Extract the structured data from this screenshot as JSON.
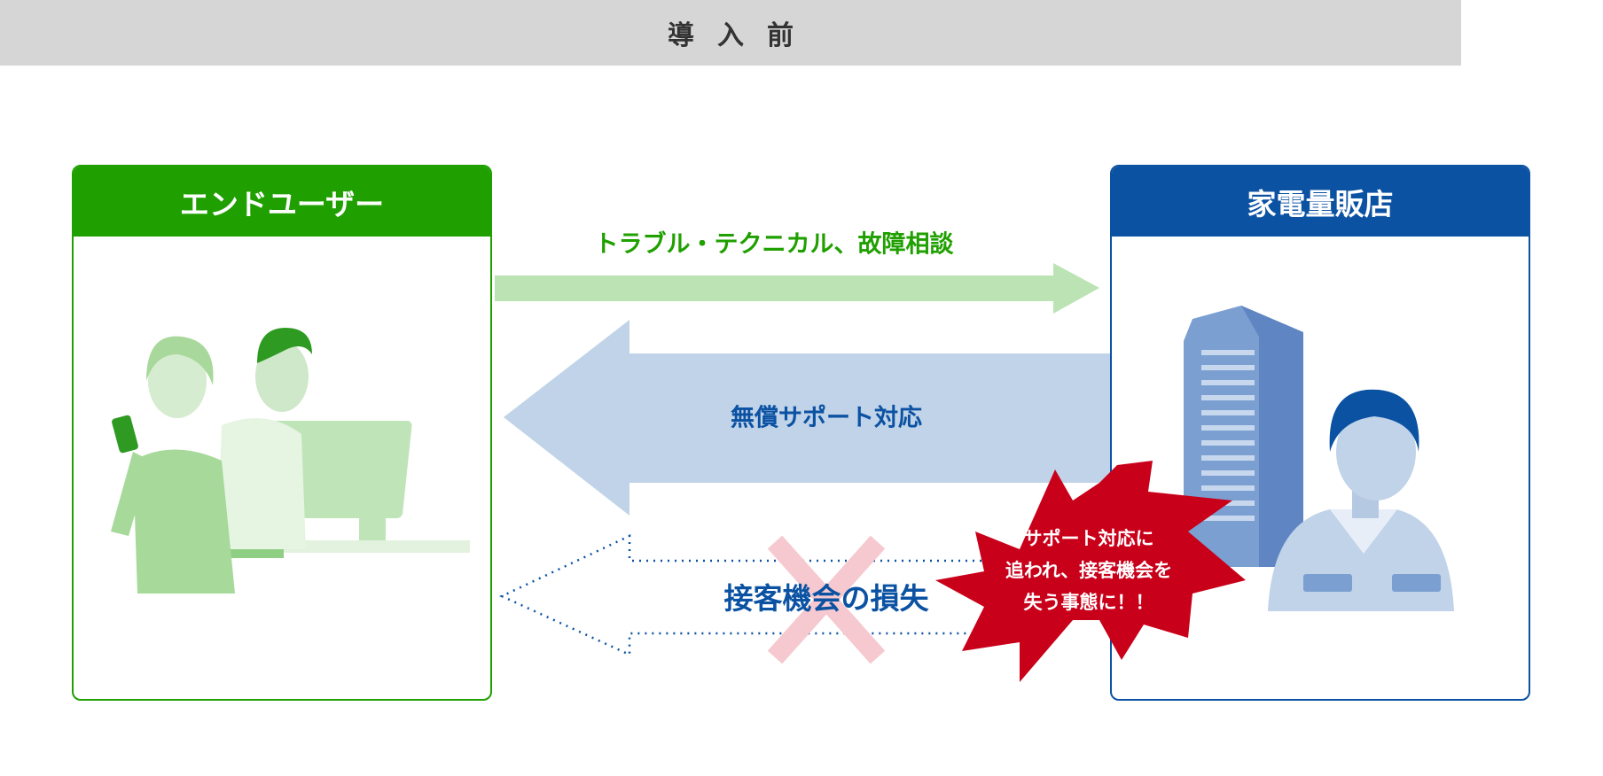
{
  "header": {
    "title": "導入前"
  },
  "left_panel": {
    "title": "エンドユーザー"
  },
  "right_panel": {
    "title": "家電量販店"
  },
  "arrows": {
    "to_store": "トラブル・テクニカル、故障相談",
    "to_user": "無償サポート対応",
    "lost": "接客機会の損失"
  },
  "burst": {
    "lines": [
      "サポート対応に",
      "追われ、接客機会を",
      "失う事態に！！"
    ]
  },
  "colors": {
    "green": "#1fa000",
    "blue": "#0b52a3",
    "red": "#c9001a",
    "gray": "#d6d6d6"
  }
}
